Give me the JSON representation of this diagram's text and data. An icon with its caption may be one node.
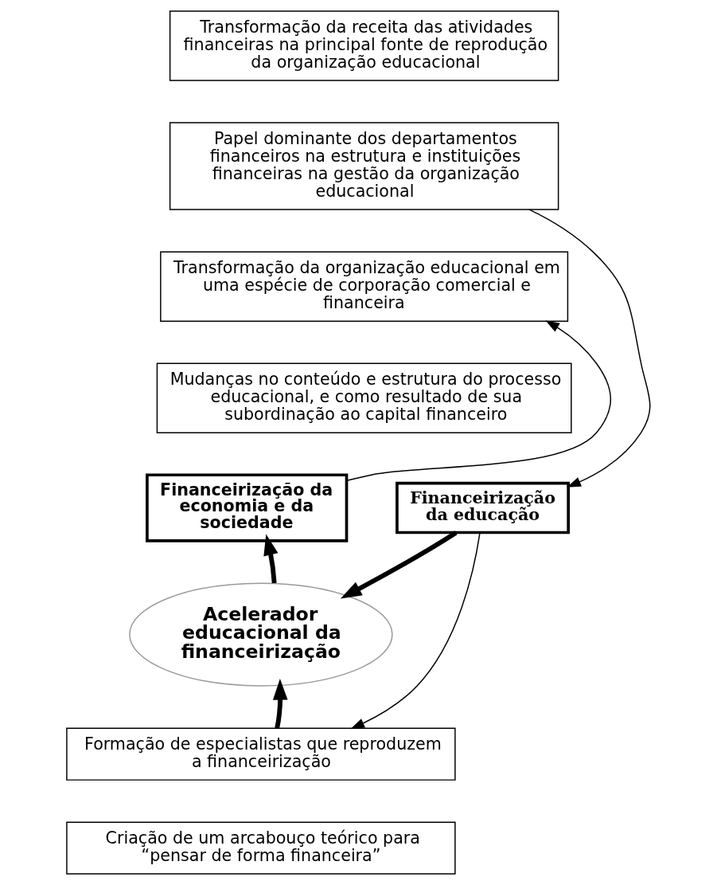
{
  "diagram": {
    "nodes": [
      {
        "text": [
          "Transformação da receita das atividades financeiras na principal fonte de reprodução da organização educacional"
        ]
      },
      {
        "text": [
          "Papel dominante dos departamentos financeiros na estrutura e instituições financeiras na gestão da organização educacional"
        ]
      },
      {
        "text": [
          "Transformação da organização educacional em uma espécie de corporação comercial e financeira"
        ]
      },
      {
        "text": [
          "Mudanças no conteúdo e estrutura do processo educacional, e como resultado de sua subordinação ao capital financeiro"
        ]
      },
      {
        "text": [
          "Financeirização da economia e da sociedade"
        ]
      },
      {
        "text": [
          "Financeirização da educação"
        ]
      },
      {
        "text": [
          "Acelerador educacional da financeirização"
        ]
      },
      {
        "text": [
          "Formação de especialistas que reproduzem a financeirização"
        ]
      },
      {
        "text": [
          "Criação de um arcabouço teórico para “pensar de forma financeira”"
        ]
      }
    ],
    "edges": [
      {
        "from": 4,
        "to": 2,
        "arrow": "to"
      },
      {
        "from": 1,
        "to": 5,
        "arrow": "to"
      },
      {
        "from": 6,
        "to": 4,
        "arrow": "to",
        "style": "thick"
      },
      {
        "from": 5,
        "to": 6,
        "arrow": "to",
        "style": "thick"
      },
      {
        "from": 7,
        "to": 6,
        "arrow": "to",
        "style": "thick"
      },
      {
        "from": 5,
        "to": 7,
        "arrow": "to"
      }
    ]
  }
}
